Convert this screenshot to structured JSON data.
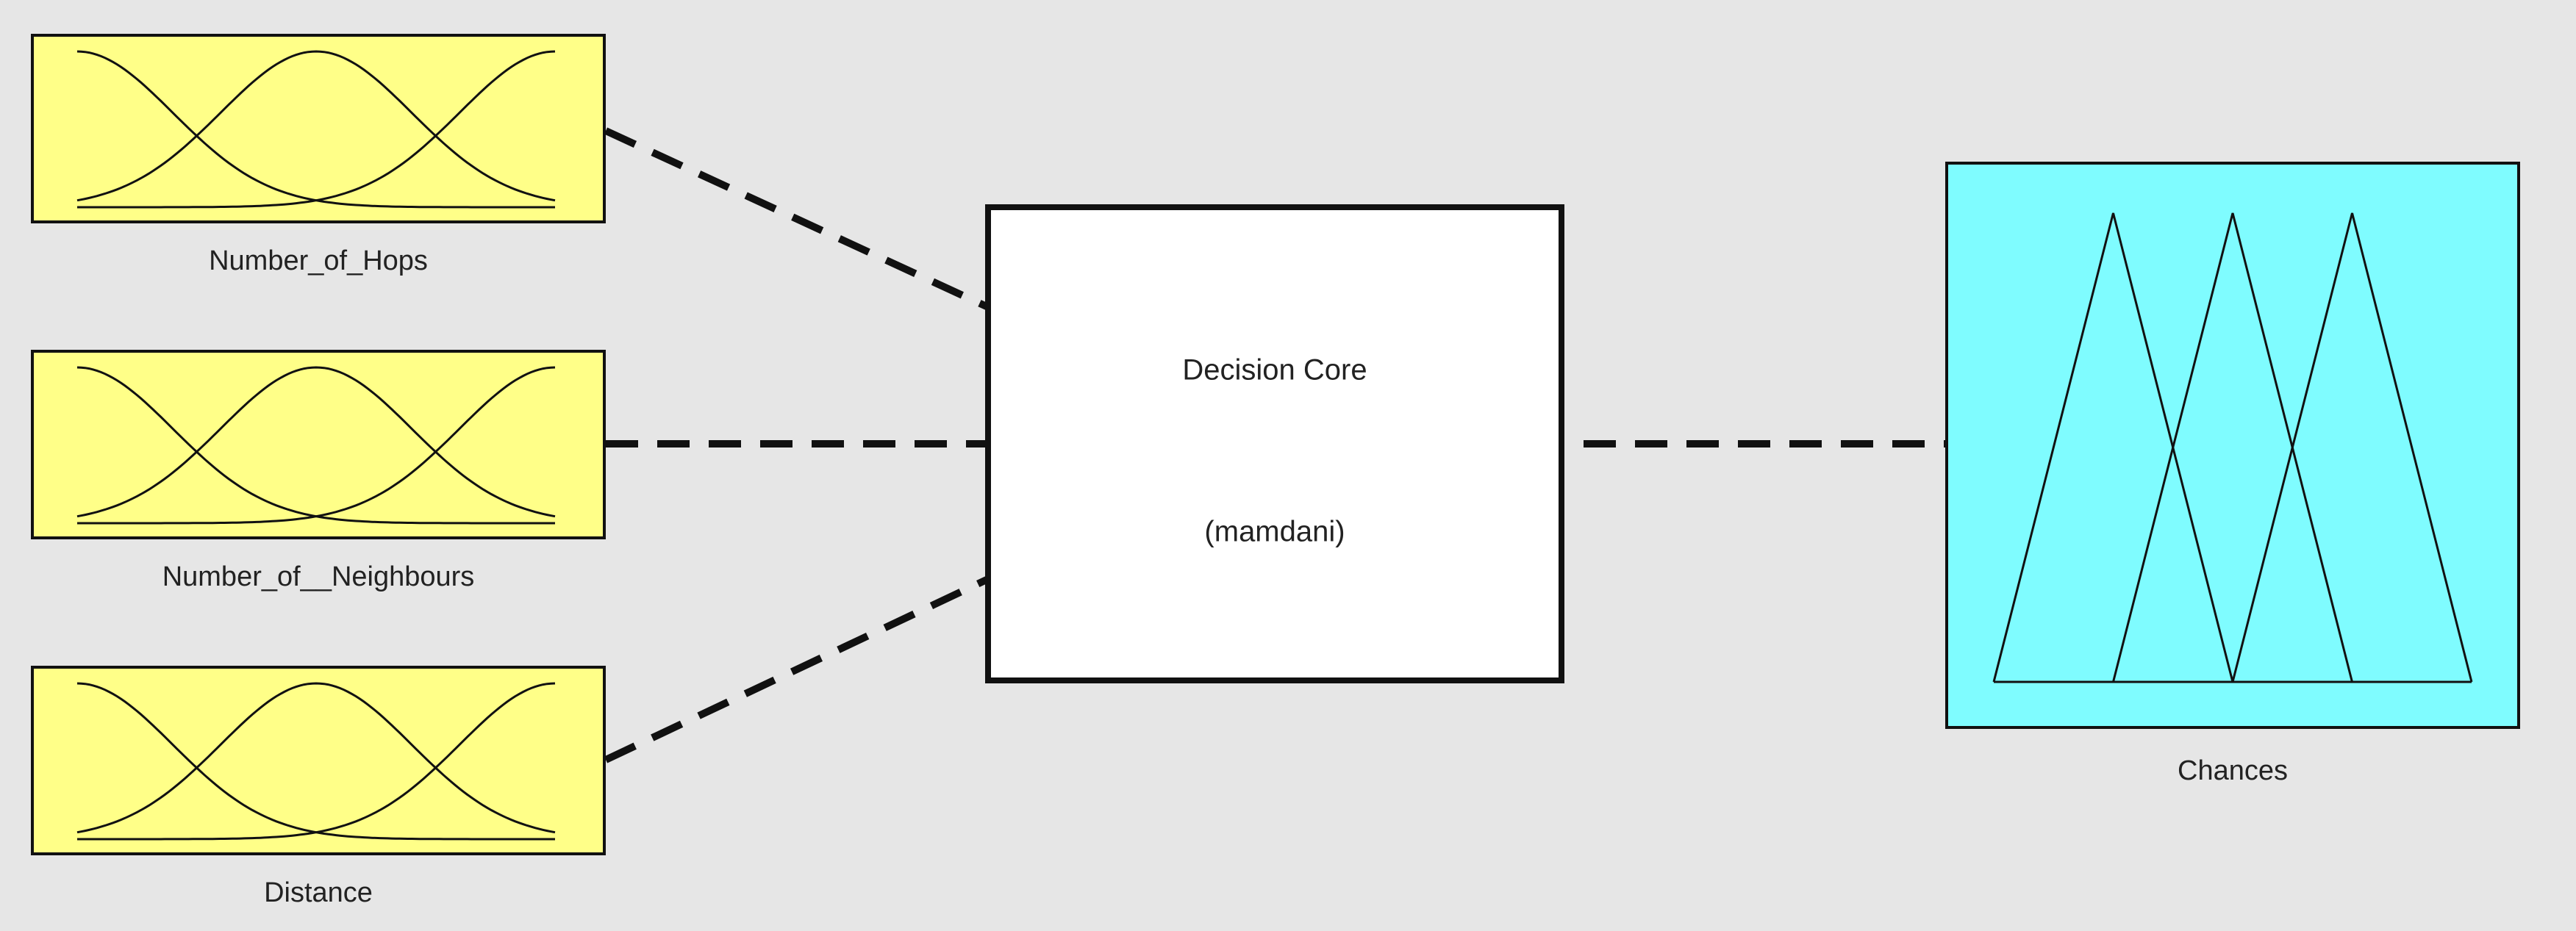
{
  "inputs": [
    {
      "label": "Number_of_Hops",
      "membership_functions": 3,
      "mf_shape": "gaussian"
    },
    {
      "label": "Number_of__Neighbours",
      "membership_functions": 3,
      "mf_shape": "gaussian"
    },
    {
      "label": "Distance",
      "membership_functions": 3,
      "mf_shape": "gaussian"
    }
  ],
  "core": {
    "title": "Decision Core",
    "method": "(mamdani)"
  },
  "output": {
    "label": "Chances",
    "membership_functions": 3,
    "mf_shape": "triangular"
  },
  "colors": {
    "background": "#e6e6e6",
    "input_fill": "#ffff88",
    "output_fill": "#7ffcff",
    "core_fill": "#ffffff",
    "stroke": "#111111"
  },
  "connector_style": "dashed"
}
